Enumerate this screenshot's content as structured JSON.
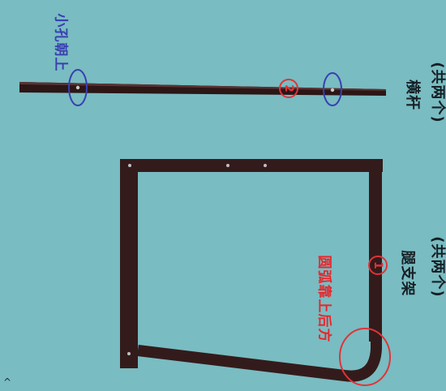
{
  "labels": {
    "holes": "小孔朝上",
    "arc": "圆弧靠上后方",
    "crossbar_name": "横杆",
    "crossbar_count": "(共两个)",
    "leg_name": "腿支架",
    "leg_count": "(共两个)"
  },
  "markers": {
    "crossbar": "2",
    "leg": "1",
    "corner": "^"
  },
  "colors": {
    "background": "#79bcc2",
    "frame": "#3a1f1f",
    "blue_callout": "#3a3fb0",
    "red_callout": "#e8262b"
  }
}
